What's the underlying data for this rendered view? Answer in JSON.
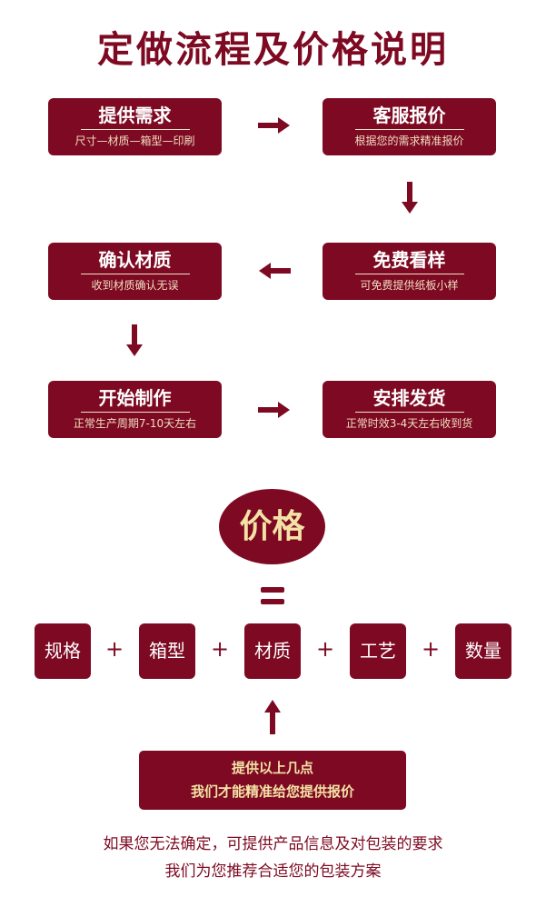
{
  "title": "定做流程及价格说明",
  "steps": [
    {
      "title": "提供需求",
      "sub": "尺寸—材质—箱型—印刷"
    },
    {
      "title": "客服报价",
      "sub": "根据您的需求精准报价"
    },
    {
      "title": "免费看样",
      "sub": "可免费提供纸板小样"
    },
    {
      "title": "确认材质",
      "sub": "收到材质确认无误"
    },
    {
      "title": "开始制作",
      "sub": "正常生产周期7-10天左右"
    },
    {
      "title": "安排发货",
      "sub": "正常时效3-4天左右收到货"
    }
  ],
  "price": {
    "label": "价格",
    "factors": [
      "规格",
      "箱型",
      "材质",
      "工艺",
      "数量"
    ],
    "plus": "+"
  },
  "bottom_box": {
    "line1": "提供以上几点",
    "line2": "我们才能精准给您提供报价"
  },
  "notes": [
    "如果您无法确定，可提供产品信息及对包装的要求",
    "我们为您推荐合适您的包装方案"
  ],
  "colors": {
    "brand": "#7d0a22",
    "gold": "#f3e2a6"
  }
}
